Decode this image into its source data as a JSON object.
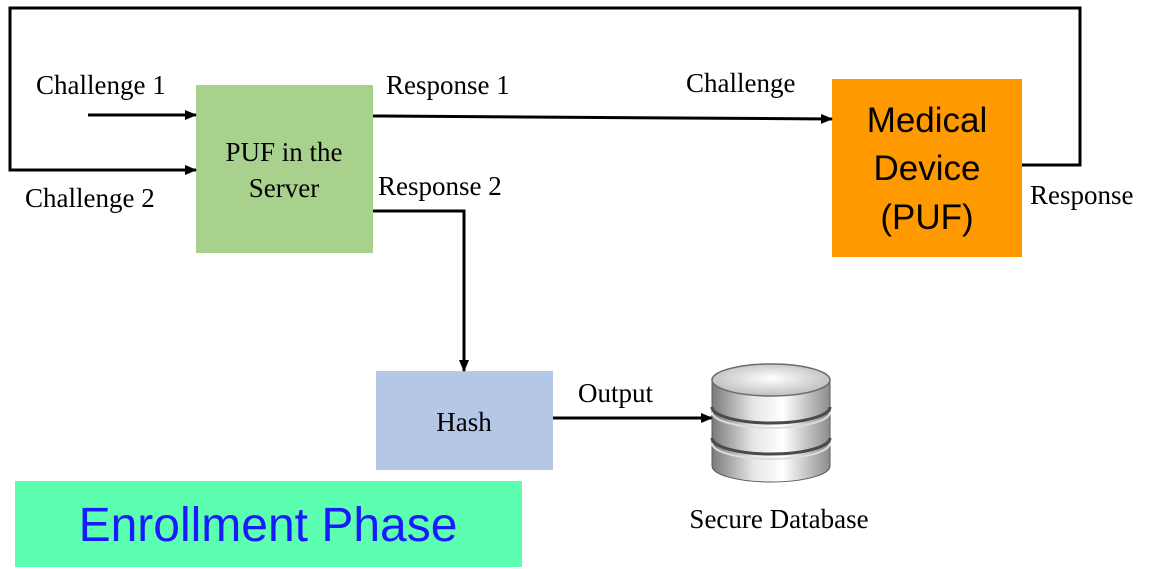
{
  "labels": {
    "challenge_1": "Challenge 1",
    "challenge_2": "Challenge 2",
    "response_1": "Response 1",
    "response_2": "Response 2",
    "challenge": "Challenge",
    "response": "Response",
    "output": "Output",
    "secure_database": "Secure Database"
  },
  "boxes": {
    "puf_server": {
      "line1": "PUF in the",
      "line2": "Server",
      "color": "#a9d18e"
    },
    "medical_device": {
      "line1": "Medical",
      "line2": "Device",
      "line3": "(PUF)",
      "color": "#ff9900"
    },
    "hash": {
      "label": "Hash",
      "color": "#b4c7e7"
    }
  },
  "phase": {
    "label": "Enrollment Phase",
    "background": "#5cffb0",
    "text_color": "#1a1aff"
  },
  "database_icon": "database-cylinder-icon"
}
